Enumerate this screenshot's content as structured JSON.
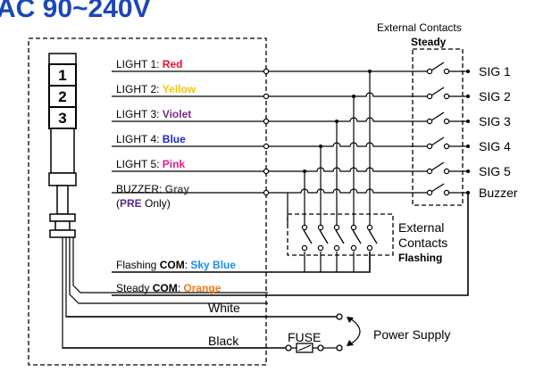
{
  "title": "AC 90~240V",
  "lamp_numbers": [
    "1",
    "2",
    "3"
  ],
  "lights": [
    {
      "prefix": "LIGHT 1: ",
      "color_name": "Red",
      "color": "#e8112d"
    },
    {
      "prefix": "LIGHT 2: ",
      "color_name": "Yellow",
      "color": "#f6c500"
    },
    {
      "prefix": "LIGHT 3: ",
      "color_name": "Violet",
      "color": "#7a2a8a"
    },
    {
      "prefix": "LIGHT 4: ",
      "color_name": "Blue",
      "color": "#1a2ab8"
    },
    {
      "prefix": "LIGHT 5: ",
      "color_name": "Pink",
      "color": "#e8188c"
    }
  ],
  "buzzer": {
    "prefix": "BUZZER: ",
    "color_name": "Gray",
    "color": "#555555",
    "note_open": "(",
    "note_pre": "PRE",
    "note_rest": " Only)",
    "pre_color": "#5a2a8a"
  },
  "flashing_com": {
    "prefix": "Flashing ",
    "com": "COM",
    "sep": ": ",
    "color_name": "Sky Blue",
    "color": "#1a8ee8"
  },
  "steady_com": {
    "prefix": "Steady ",
    "com": "COM",
    "sep": ": ",
    "color_name": "Orange",
    "color": "#f07a1a"
  },
  "power_lines": {
    "white": "White",
    "black": "Black",
    "fuse": "FUSE",
    "power_supply": "Power Supply"
  },
  "external_steady": {
    "line1": "External Contacts",
    "line2": "Steady"
  },
  "external_flashing": {
    "line1": "External",
    "line2": "Contacts",
    "line3": "Flashing"
  },
  "signals": [
    "SIG 1",
    "SIG 2",
    "SIG 3",
    "SIG 4",
    "SIG 5",
    "Buzzer"
  ]
}
